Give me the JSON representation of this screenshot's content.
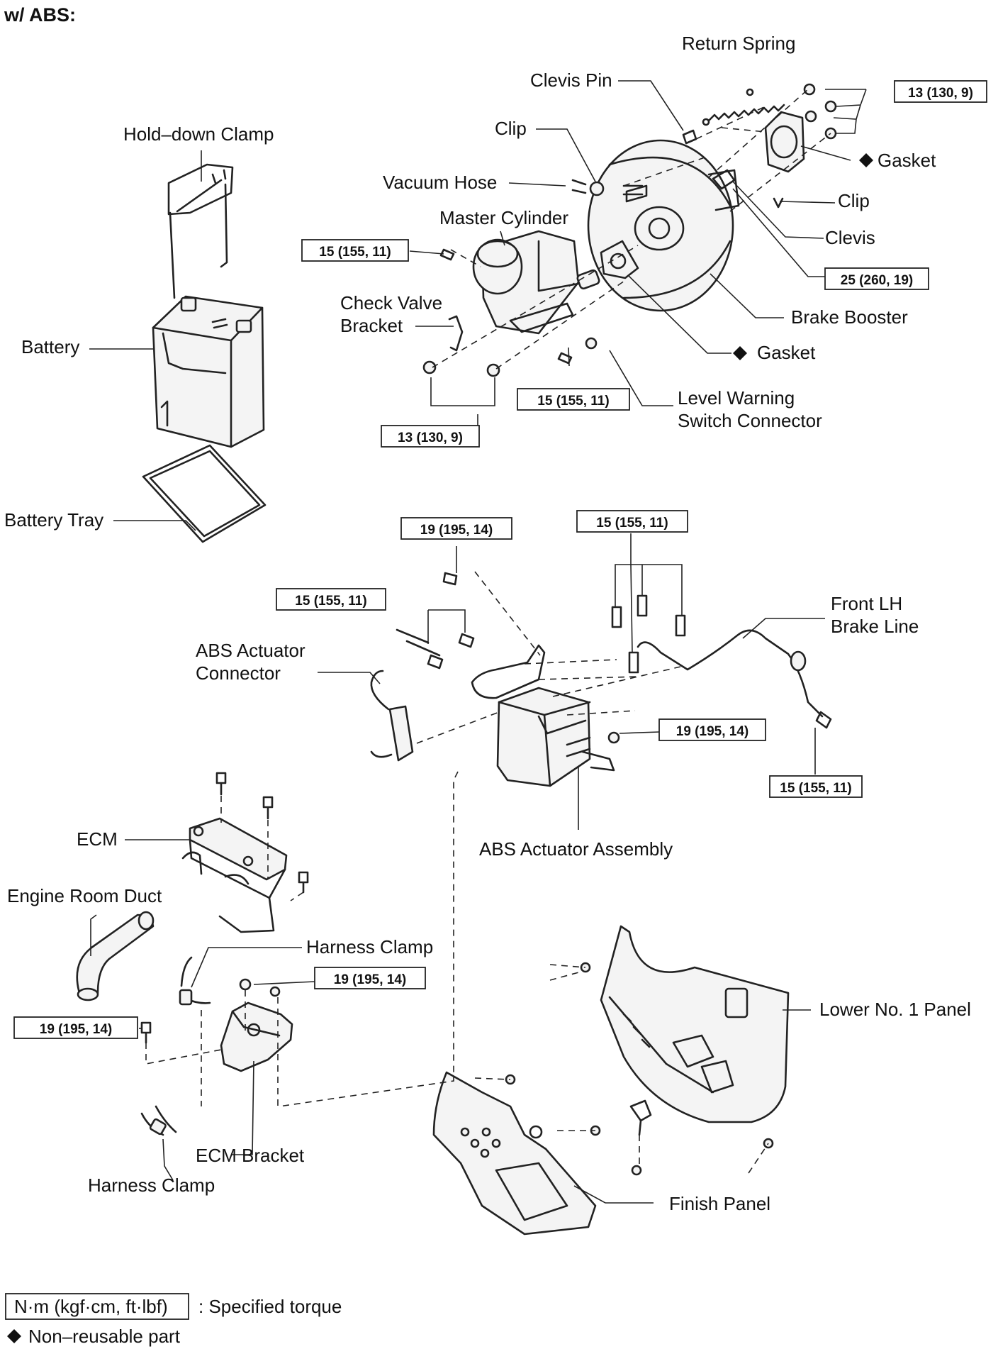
{
  "header": {
    "title": "w/ ABS:"
  },
  "labels": {
    "return_spring": "Return Spring",
    "clevis_pin": "Clevis Pin",
    "clip_top": "Clip",
    "vacuum_hose": "Vacuum Hose",
    "hold_down_clamp": "Hold–down Clamp",
    "master_cylinder": "Master Cylinder",
    "gasket_top": "Gasket",
    "clip_right": "Clip",
    "clevis": "Clevis",
    "check_valve_bracket_1": "Check Valve",
    "check_valve_bracket_2": "Bracket",
    "battery": "Battery",
    "brake_booster": "Brake Booster",
    "gasket_mid": "Gasket",
    "level_warning_1": "Level Warning",
    "level_warning_2": "Switch Connector",
    "battery_tray": "Battery Tray",
    "front_lh_1": "Front LH",
    "front_lh_2": "Brake Line",
    "abs_connector_1": "ABS Actuator",
    "abs_connector_2": "Connector",
    "ecm": "ECM",
    "abs_assembly": "ABS Actuator Assembly",
    "engine_room_duct": "Engine Room Duct",
    "harness_clamp_top": "Harness Clamp",
    "lower_panel": "Lower No. 1 Panel",
    "ecm_bracket": "ECM Bracket",
    "harness_clamp_bottom": "Harness Clamp",
    "finish_panel": "Finish Panel"
  },
  "torques": {
    "t_booster_nuts": "13 (130, 9)",
    "t_mc_line": "15 (155, 11)",
    "t_clevis": "25 (260, 19)",
    "t_level_line": "15 (155, 11)",
    "t_mc_nuts": "13 (130, 9)",
    "t_abs_bolt_top": "19 (195, 14)",
    "t_abs_lines_right": "15 (155, 11)",
    "t_abs_lines_left": "15 (155, 11)",
    "t_abs_nut": "19 (195, 14)",
    "t_front_lh": "15 (155, 11)",
    "t_ecm_nut": "19 (195, 14)",
    "t_ecm_bolt_left": "19 (195, 14)"
  },
  "legend": {
    "torque_box": "N·m (kgf·cm, ft·lbf)",
    "torque_text": ": Specified torque",
    "nonreusable": "Non–reusable part"
  }
}
